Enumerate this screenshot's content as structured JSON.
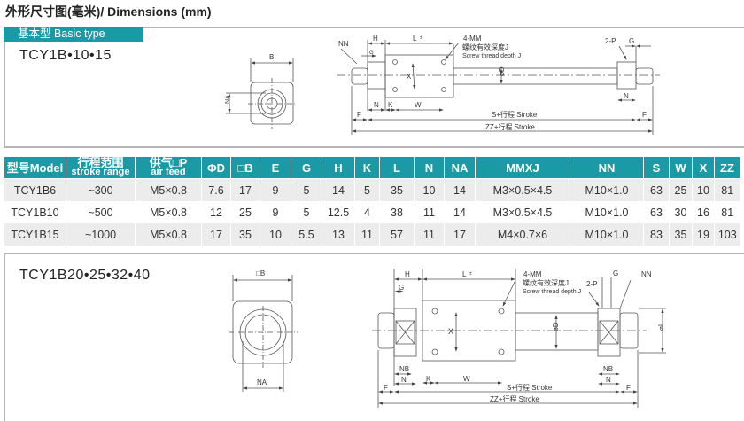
{
  "page_title": "外形尺寸图(毫米)/ Dimensions (mm)",
  "section_tab": "基本型 Basic type",
  "top_model": "TCY1B•10•15",
  "bottom_model": "TCY1B20•25•32•40",
  "colors": {
    "accent": "#1a9aa5",
    "row_alt": "#ececec",
    "border": "#b5b5b5"
  },
  "top_drawing": {
    "labels": {
      "B": "B",
      "NA": "NA",
      "NN": "NN",
      "H": "H",
      "G": "G",
      "L": "L",
      "L_sup": "±",
      "MM": "4-MM",
      "thread_cn": "螺纹有效深度J",
      "thread_en": "Screw thread depth J",
      "P": "2-P",
      "G2": "G",
      "X": "X",
      "D": "⌀D",
      "N": "N",
      "K": "K",
      "W": "W",
      "N2": "N",
      "F": "F",
      "F2": "F",
      "S": "S+行程 Stroke",
      "ZZ": "ZZ+行程 Stroke"
    }
  },
  "bottom_drawing": {
    "labels": {
      "B": "□B",
      "NA": "NA",
      "H": "H",
      "G": "G",
      "L": "L",
      "L_sup": "±",
      "MM": "4-MM",
      "thread_cn": "螺纹有效深度J",
      "thread_en": "Screw thread depth J",
      "P": "2-P",
      "G2": "G",
      "NN": "NN",
      "X": "X",
      "D": "⌀D",
      "I": "⌀I",
      "NB": "NB",
      "N": "N",
      "NB2": "NB",
      "N2": "N",
      "K": "K",
      "W": "W",
      "F": "F",
      "F2": "F",
      "S": "S+行程 Stroke",
      "ZZ": "ZZ+行程 Stroke"
    }
  },
  "table": {
    "headers": [
      {
        "main": "型号Model",
        "sub": ""
      },
      {
        "main": "行程范围",
        "sub": "stroke range"
      },
      {
        "main": "供气□P",
        "sub": "air feed"
      },
      {
        "main": "ΦD",
        "sub": ""
      },
      {
        "main": "□B",
        "sub": ""
      },
      {
        "main": "E",
        "sub": ""
      },
      {
        "main": "G",
        "sub": ""
      },
      {
        "main": "H",
        "sub": ""
      },
      {
        "main": "K",
        "sub": ""
      },
      {
        "main": "L",
        "sub": ""
      },
      {
        "main": "N",
        "sub": ""
      },
      {
        "main": "NA",
        "sub": ""
      },
      {
        "main": "MMXJ",
        "sub": ""
      },
      {
        "main": "NN",
        "sub": ""
      },
      {
        "main": "S",
        "sub": ""
      },
      {
        "main": "W",
        "sub": ""
      },
      {
        "main": "X",
        "sub": ""
      },
      {
        "main": "ZZ",
        "sub": ""
      }
    ],
    "rows": [
      [
        "TCY1B6",
        "~300",
        "M5×0.8",
        "7.6",
        "17",
        "9",
        "5",
        "14",
        "5",
        "35",
        "10",
        "14",
        "M3×0.5×4.5",
        "M10×1.0",
        "63",
        "25",
        "10",
        "81"
      ],
      [
        "TCY1B10",
        "~500",
        "M5×0.8",
        "12",
        "25",
        "9",
        "5",
        "12.5",
        "4",
        "38",
        "11",
        "14",
        "M3×0.5×4.5",
        "M10×1.0",
        "63",
        "30",
        "16",
        "81"
      ],
      [
        "TCY1B15",
        "~1000",
        "M5×0.8",
        "17",
        "35",
        "10",
        "5.5",
        "13",
        "11",
        "57",
        "11",
        "17",
        "M4×0.7×6",
        "M10×1.0",
        "83",
        "35",
        "19",
        "103"
      ]
    ]
  }
}
